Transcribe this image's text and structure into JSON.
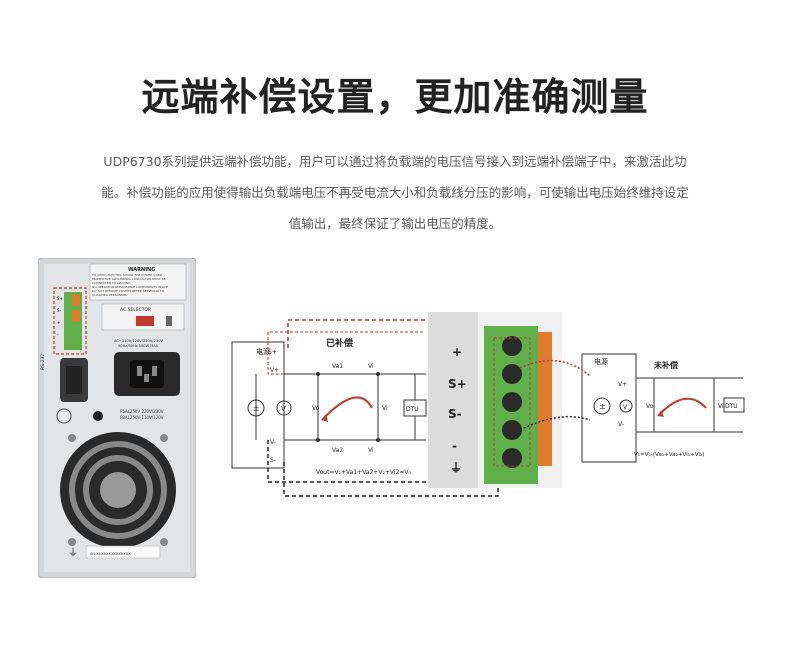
{
  "heading": "远端补偿设置，更加准确测量",
  "description": {
    "line1": "UDP6730系列提供远端补偿功能，用户可以通过将负载端的电压信号接入到远端补偿端子中，来激活此功",
    "line2": "能。补偿功能的应用使得输出负载端电压不再受电流大小和负载线分压的影响，可使输出电压始终维持设定",
    "line3": "值输出，最终保证了输出电压的精度。"
  },
  "device": {
    "warning_title": "WARNING",
    "warning_text": [
      "TO AVOID ELECTRIC SHOCK THE POWER CORD",
      "PROTECTIVE GROUNDING CONDUCTOR MUST BE",
      "CONNECTED TO GROUND",
      "NO OPERATOR SERVICEABLE COMPONENTS INSIDE",
      "DO NOT REMOVE COVERS REFER SERVICING TO",
      "QUALIFIED PERSONNEL"
    ],
    "ac_selector": "AC SELECTOR",
    "ac_rating": "AC~110V/120V/220V/230V",
    "ac_freq": "50Hz/60Hz 500W MAX",
    "fuse1": "F5AL250V 220V/230V",
    "fuse2": "F8AL250V 110V/120V",
    "rs232": "RS-232",
    "serial": "SN:XXXXXXXXXXXXXX",
    "terminal_labels": [
      "S+",
      "S-",
      "+",
      "-"
    ]
  },
  "compensated": {
    "source_label": "电源",
    "title": "已补偿",
    "splus": "S+",
    "vplus": "V+",
    "vminus": "V-",
    "sminus": "S-",
    "vo": "Vo",
    "vi": "Vi",
    "va1": "Va1",
    "va2": "Va2",
    "vi_top": "Vi",
    "vi_bot": "Vi",
    "v_meter": "V",
    "load": "DTU",
    "equation": "Vout=V₁+Va1+Va2+V₂+Vi2=V₀"
  },
  "terminal": {
    "labels": [
      "+",
      "S+",
      "S-",
      "-",
      "⏚"
    ]
  },
  "uncompensated": {
    "source_label": "电源",
    "title": "未补偿",
    "vplus": "V+",
    "vminus": "V-",
    "vo": "Vo",
    "vi": "Vi",
    "v_meter": "V",
    "load": "DTU",
    "equation": "V₁=V₀-(Va₁+Va₂+Vi₁+Vi₂)"
  },
  "colors": {
    "accent_red": "#c0392b",
    "terminal_green": "#5fb04a",
    "text": "#222222"
  }
}
